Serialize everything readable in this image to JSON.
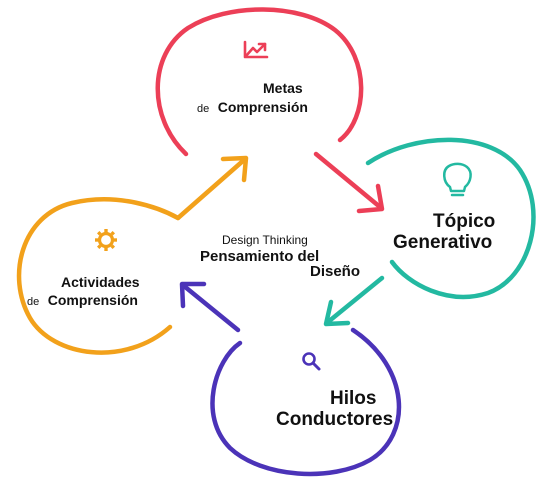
{
  "center": {
    "line1": "Design Thinking",
    "line2": "Pensamiento del",
    "line3": "Diseño"
  },
  "nodes": {
    "metas": {
      "title": "Metas",
      "subtitle_prefix": "de",
      "subtitle": "Comprensión",
      "color": "#ec3f57",
      "icon": "trending-up-icon"
    },
    "topico": {
      "line1": "Tópico",
      "line2": "Generativo",
      "color": "#23b9a1",
      "icon": "lightbulb-icon"
    },
    "hilos": {
      "line1": "Hilos",
      "line2": "Conductores",
      "color": "#4b33b8",
      "icon": "search-icon"
    },
    "actividades": {
      "title": "Actividades",
      "subtitle_prefix": "de",
      "subtitle": "Comprensión",
      "color": "#f2a11b",
      "icon": "gear-icon"
    }
  }
}
